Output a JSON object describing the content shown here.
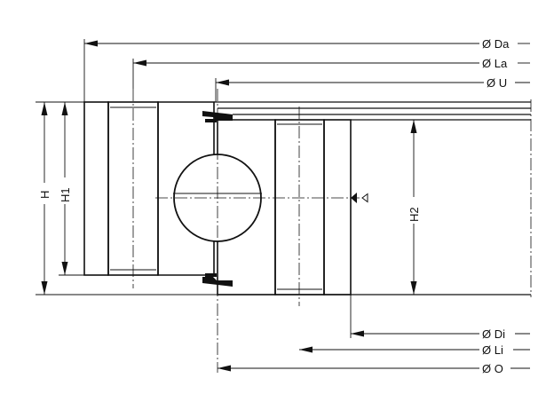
{
  "drawing": {
    "dimensions": {
      "da": "Ø Da",
      "la": "Ø La",
      "u": "Ø U",
      "di": "Ø Di",
      "li": "Ø Li",
      "o": "Ø O",
      "h": "H",
      "h1": "H1",
      "h2": "H2"
    }
  }
}
